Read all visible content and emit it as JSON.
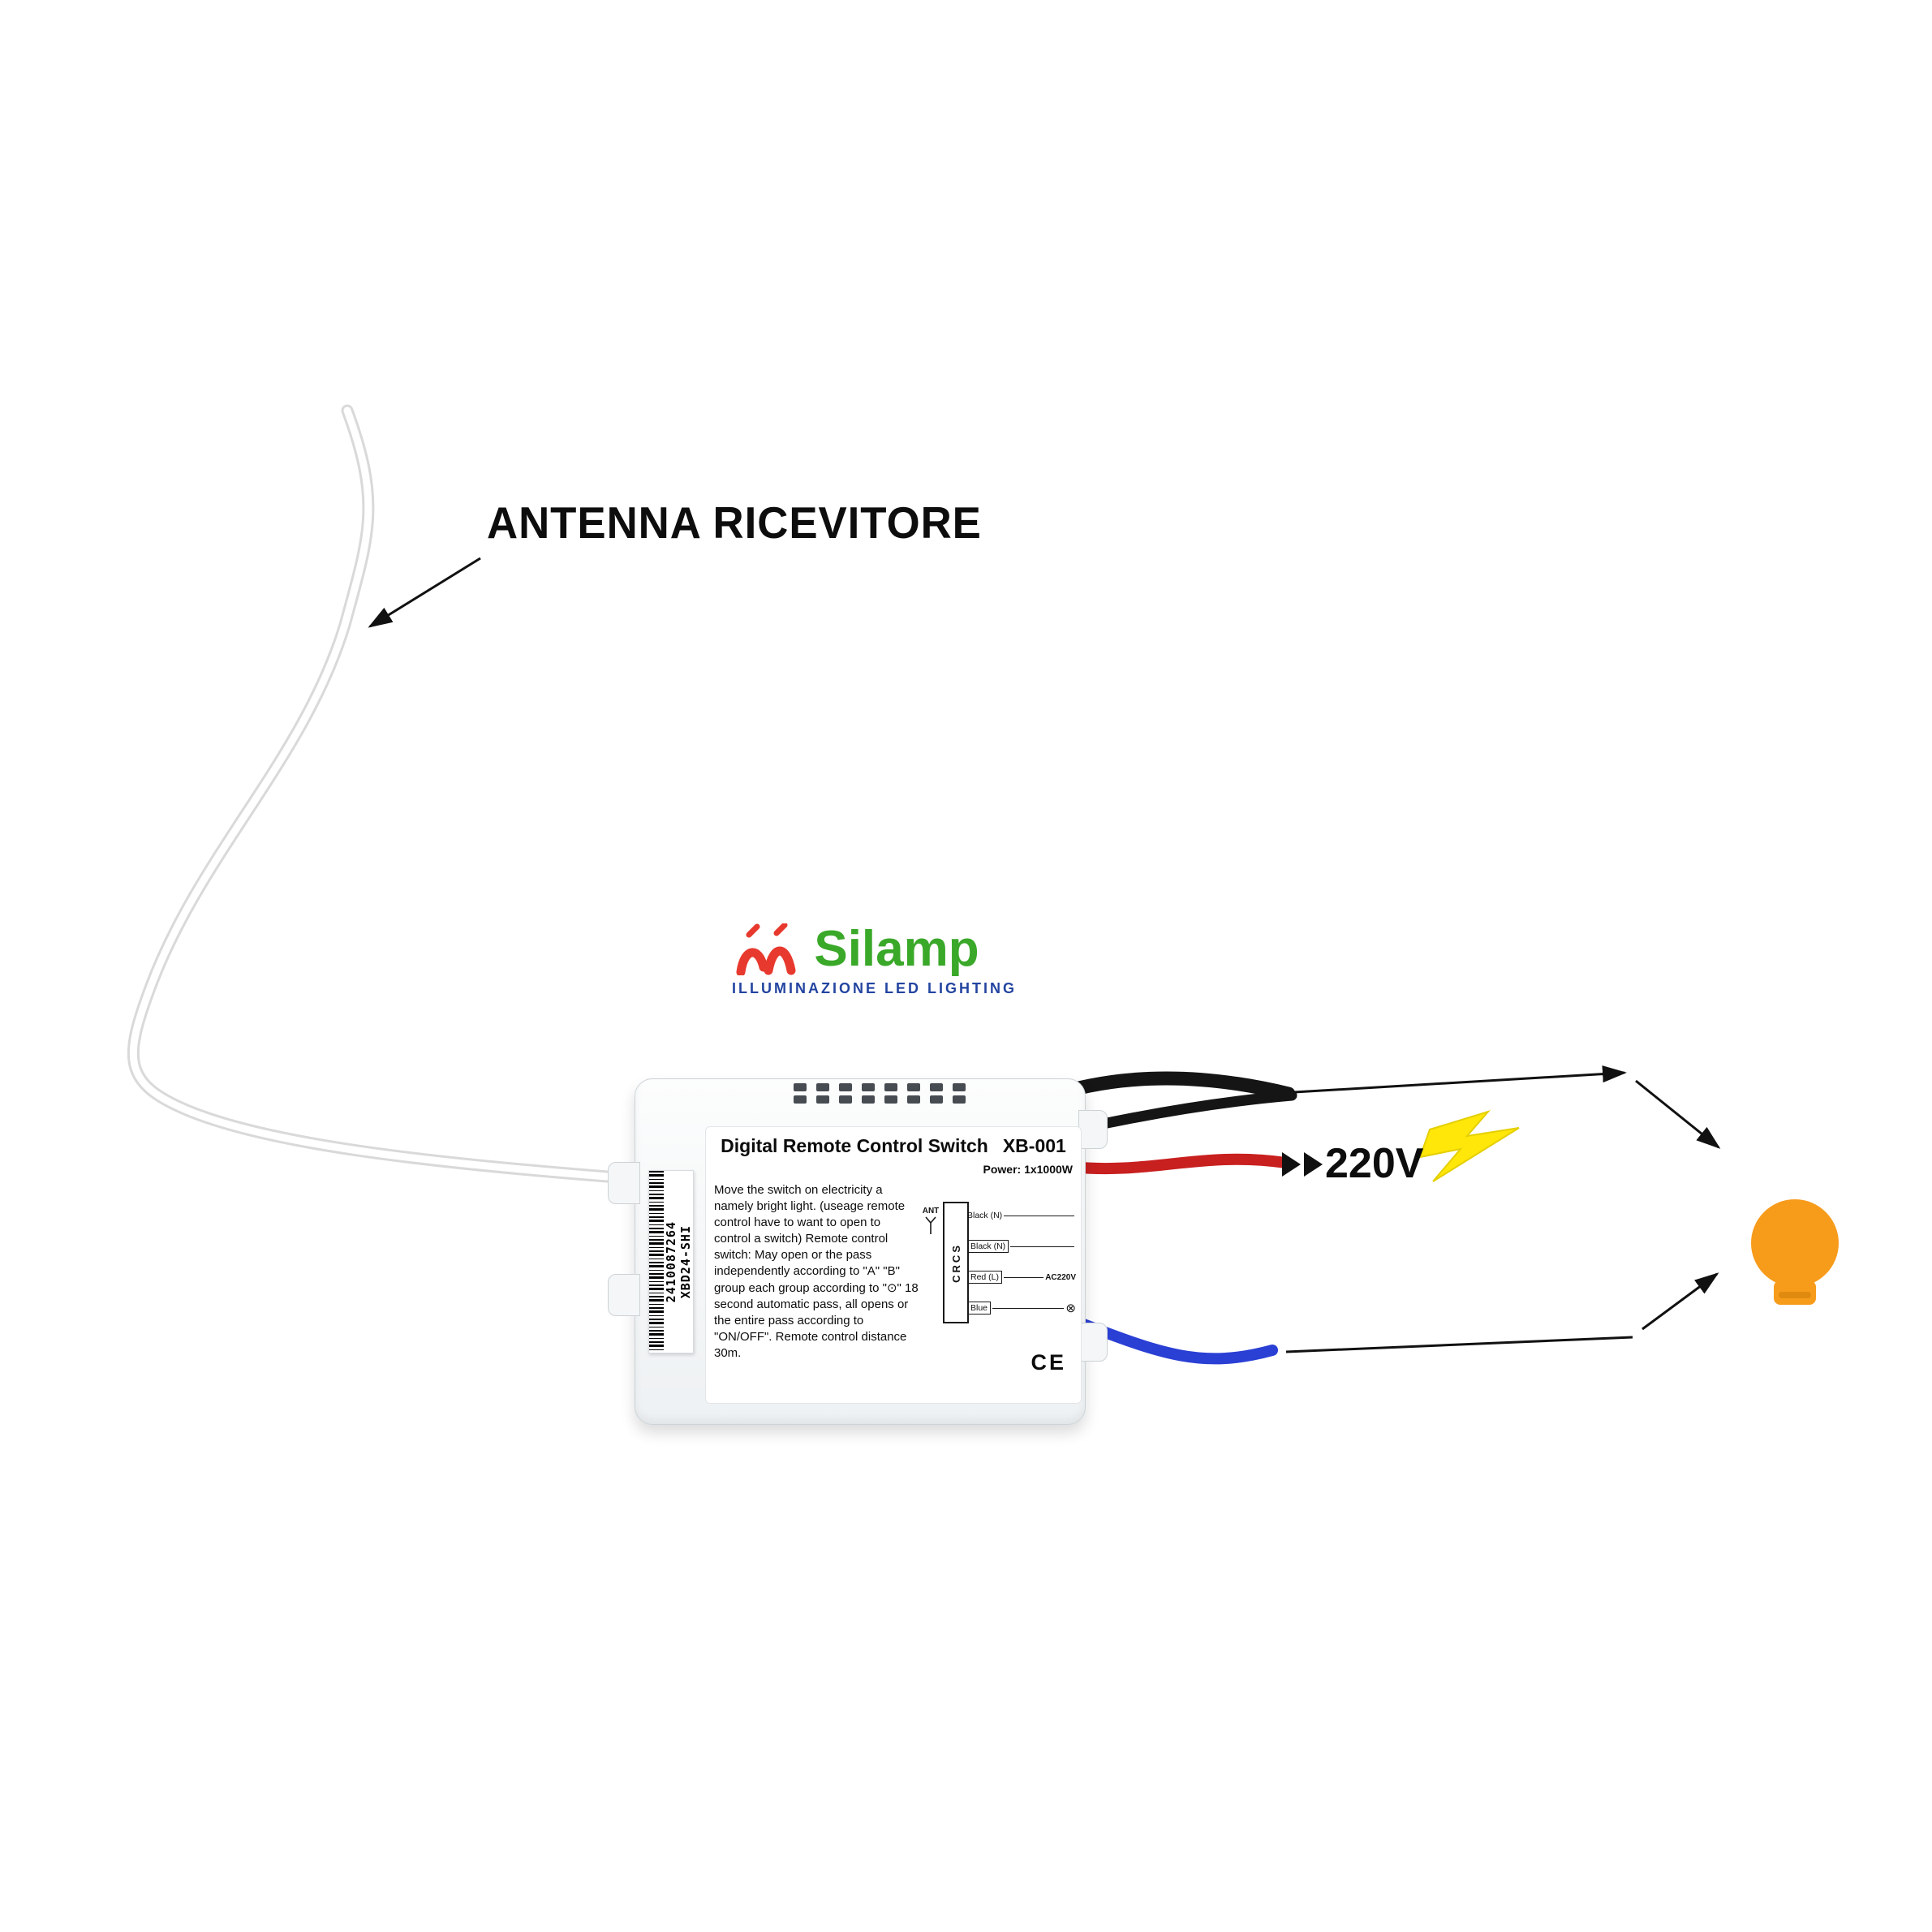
{
  "annotations": {
    "antenna_label": "ANTENNA RICEVITORE",
    "voltage_label": "220V"
  },
  "logo": {
    "name": "Silamp",
    "tagline": "ILLUMINAZIONE  LED  LIGHTING"
  },
  "device": {
    "title": "Digital  Remote Control Switch",
    "model": "XB-001",
    "power_rating": "Power: 1x1000W",
    "description": "Move the switch on electricity a namely bright light. (useage remote control  have to want to open to control a switch) Remote control switch: May open or the pass independently according to \"A\" \"B\" group each group according to \"⊙\" 18 second automatic pass, all opens or the entire pass according to \"ON/OFF\". Remote control distance 30m.",
    "diagram": {
      "antenna_label": "ANT",
      "module_label": "CRCS",
      "wire1": "Black (N)",
      "wire2": "Black (N)",
      "wire3": "Red (L)",
      "wire4": "Blue",
      "supply_label": "AC220V",
      "lamp_symbol": "⊗"
    },
    "certification": "CE",
    "barcode_number": "2410087264",
    "barcode_code": "XBD24-SHI"
  },
  "colors": {
    "logo_red": "#e8392e",
    "logo_green": "#3aa829",
    "logo_blue": "#2344a0",
    "bolt_yellow": "#ffe70a",
    "bulb_orange": "#f79b1b",
    "wire_red": "#c81f1f",
    "wire_blue": "#2a3fd4",
    "wire_black": "#151515"
  }
}
